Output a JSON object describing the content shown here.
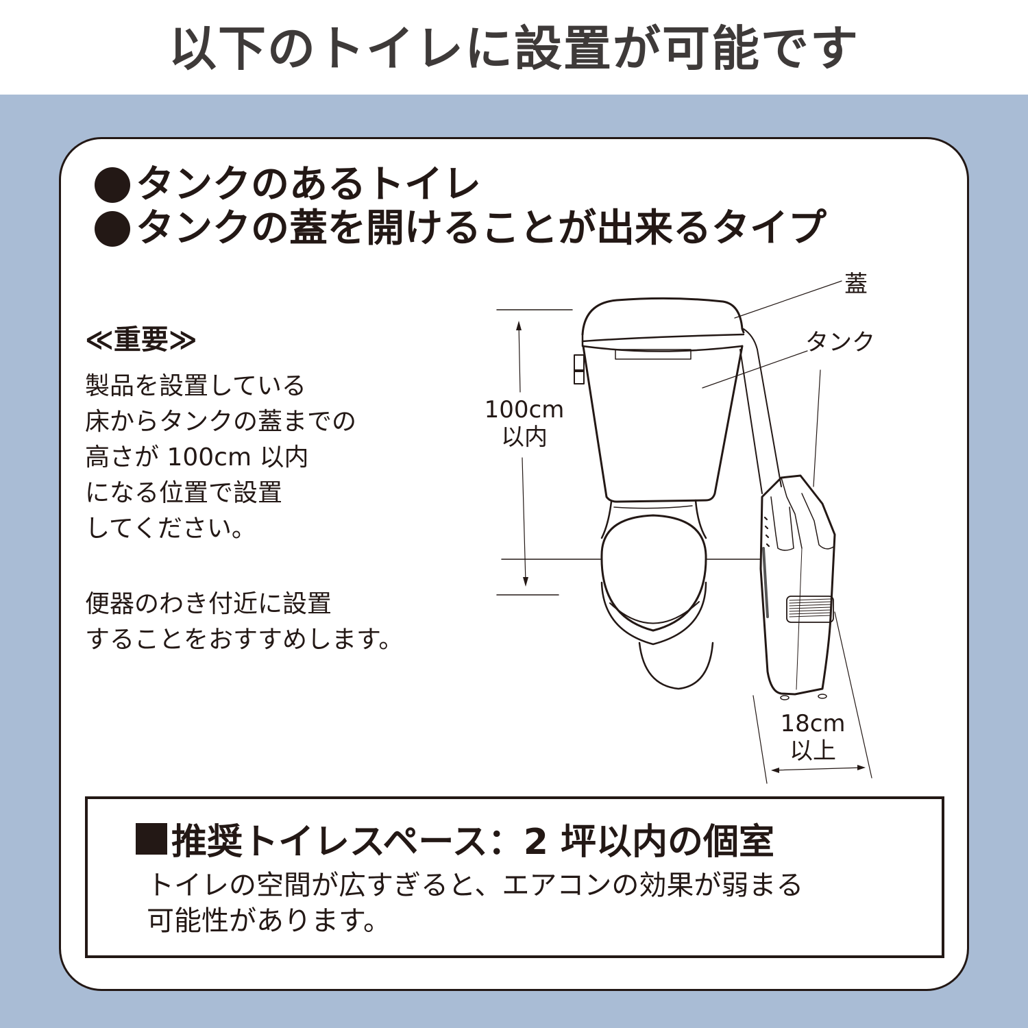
{
  "header": {
    "title": "以下のトイレに設置が可能です"
  },
  "requirements": {
    "bullet_icon": "filled-circle",
    "items": [
      "タンクのあるトイレ",
      "タンクの蓋を開けることが出来るタイプ"
    ]
  },
  "important": {
    "heading": "≪重要≫",
    "paragraph1": [
      "製品を設置している",
      "床からタンクの蓋までの",
      "高さが 100cm 以内",
      "になる位置で設置",
      "してください。"
    ],
    "paragraph2": [
      "便器のわき付近に設置",
      "することをおすすめします。"
    ]
  },
  "diagram": {
    "labels": {
      "lid": "蓋",
      "tank": "タンク",
      "height_value": "100cm",
      "height_qualifier": "以内",
      "width_value": "18cm",
      "width_qualifier": "以上"
    }
  },
  "space_box": {
    "title_icon": "filled-square",
    "title": "推奨トイレスペース：2 坪以内の個室",
    "body": [
      "トイレの空間が広すぎると、エアコンの効果が弱まる",
      "可能性があります。"
    ]
  },
  "colors": {
    "background_blue": "#a9bcd5",
    "text_dark": "#231815",
    "header_text": "#3e3a39",
    "panel": "#ffffff"
  }
}
